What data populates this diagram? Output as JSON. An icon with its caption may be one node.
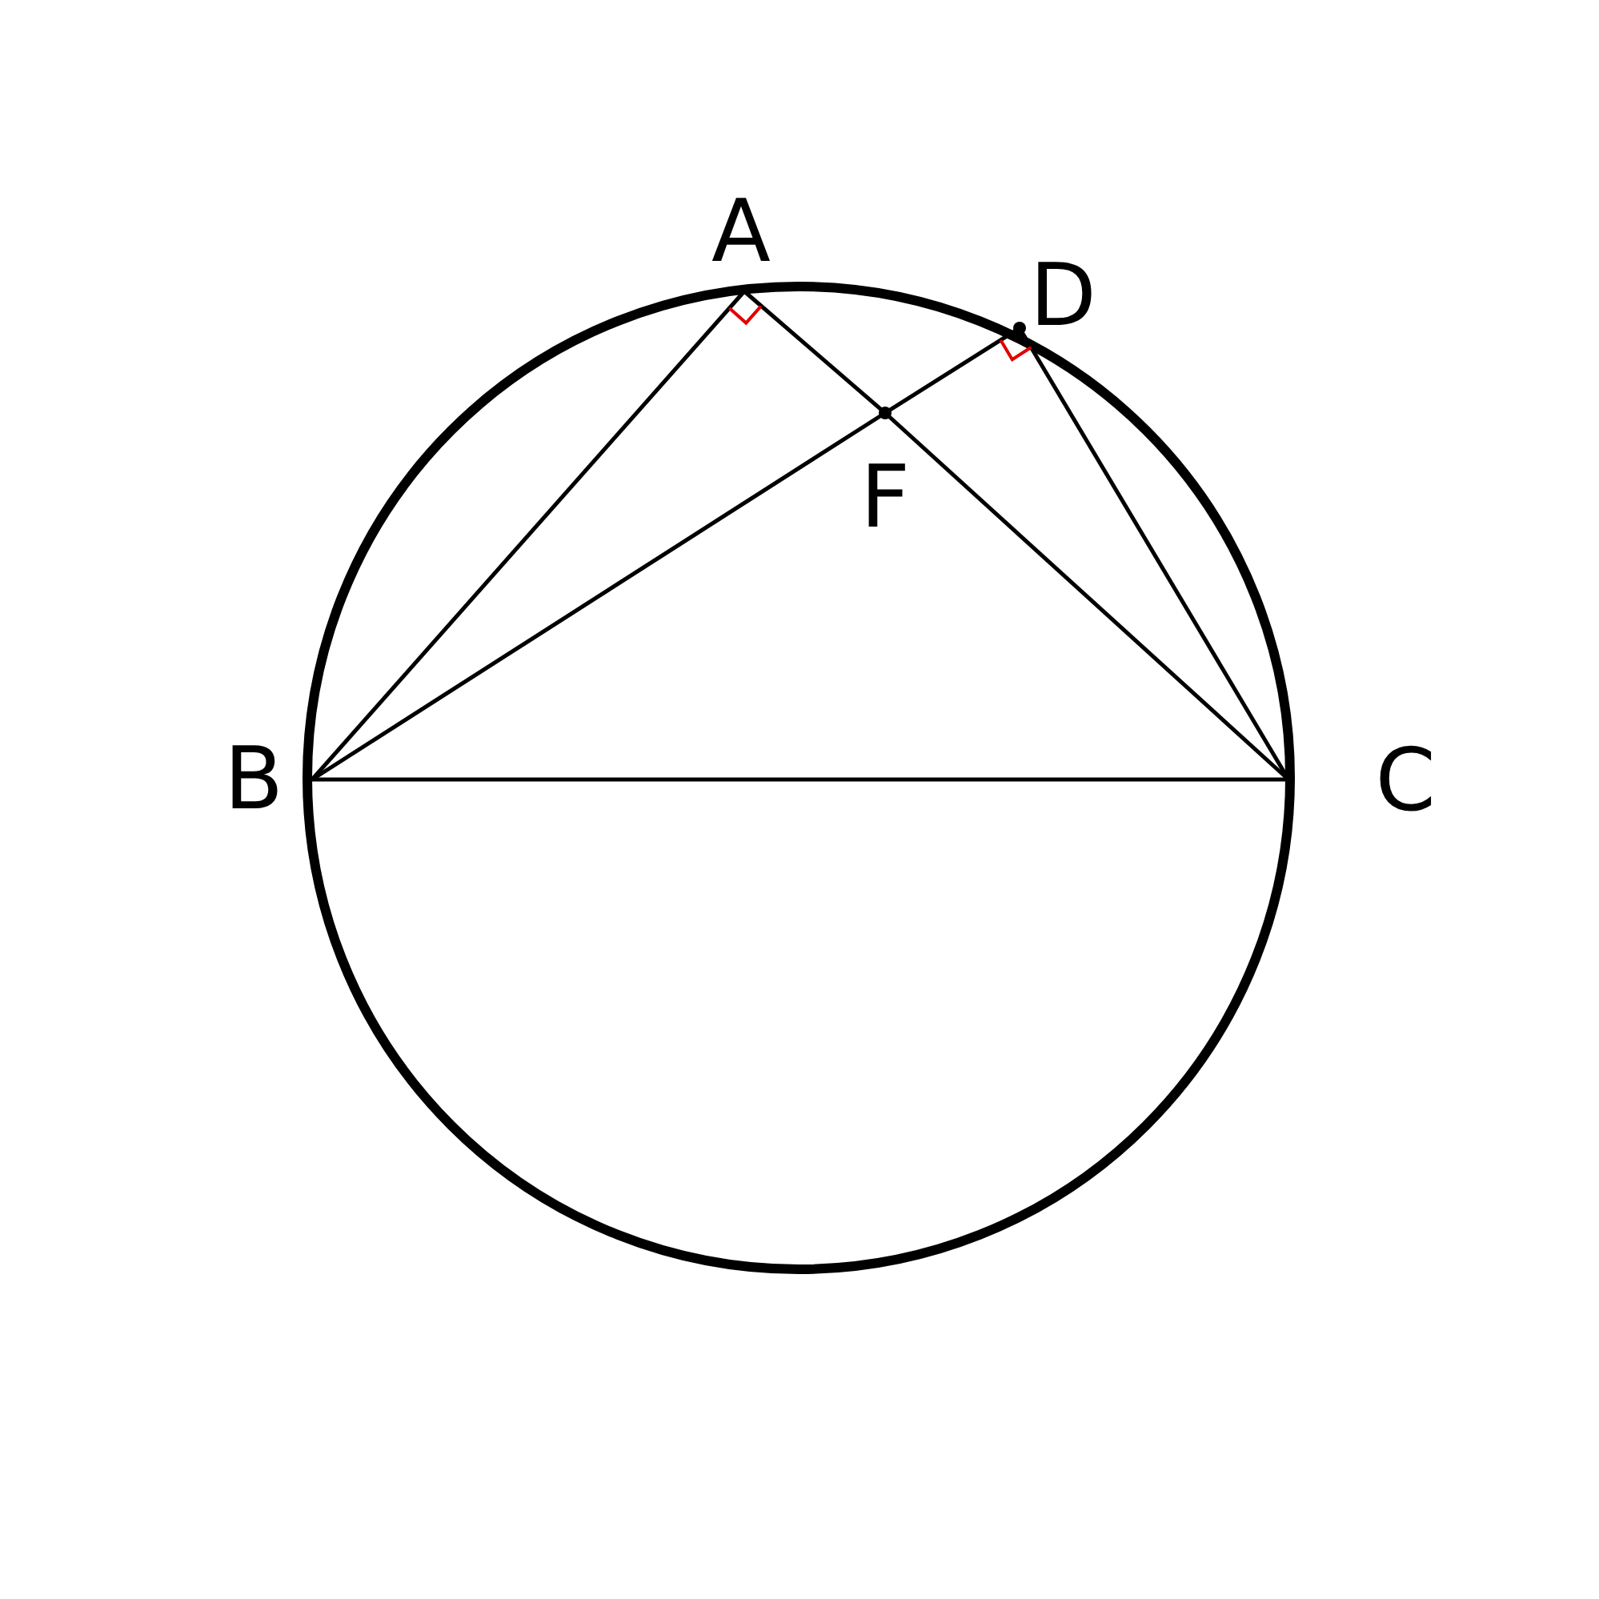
{
  "diagram": {
    "nodes": [
      {
        "text": [
          "A"
        ]
      },
      {
        "text": [
          "D"
        ]
      },
      {
        "text": [
          "F"
        ]
      },
      {
        "text": [
          "B"
        ]
      },
      {
        "text": [
          "C"
        ]
      }
    ],
    "edges": [
      {
        "from": 3,
        "to": 0,
        "arrow": "none"
      },
      {
        "from": 0,
        "to": 2,
        "arrow": "none"
      },
      {
        "from": 2,
        "to": 4,
        "arrow": "none"
      },
      {
        "from": 3,
        "to": 2,
        "arrow": "none"
      },
      {
        "from": 2,
        "to": 1,
        "arrow": "none"
      },
      {
        "from": 1,
        "to": 4,
        "arrow": "none"
      },
      {
        "from": 3,
        "to": 4,
        "arrow": "none"
      }
    ]
  }
}
